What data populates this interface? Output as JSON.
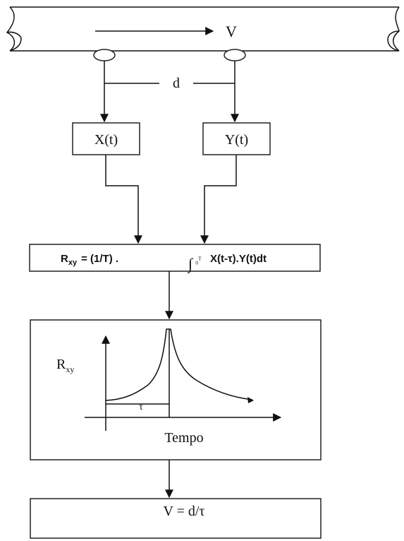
{
  "pipe": {
    "flow_label": "V"
  },
  "spacing": {
    "label": "d"
  },
  "sensors": [
    {
      "label": "X(t)"
    },
    {
      "label": "Y(t)"
    }
  ],
  "correlation": {
    "lhs": "R",
    "lhs_sub": "xy",
    "prefix": "= (1/T) .",
    "integral": "∫",
    "limits": "₀ᵀ",
    "integrand": "X(t-τ).Y(t)dt"
  },
  "plot": {
    "ylabel": "R",
    "ylabel_sub": "xy",
    "xlabel": "Tempo",
    "tau_label": "τ"
  },
  "result": {
    "formula": "V = d/τ"
  }
}
